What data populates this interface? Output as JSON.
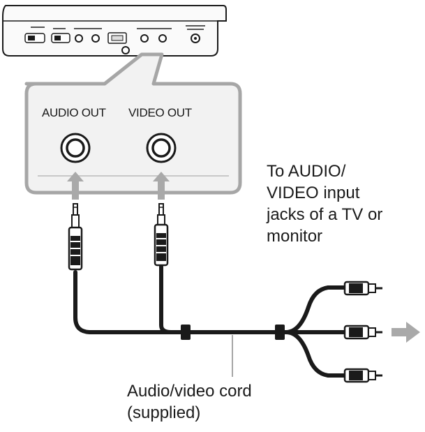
{
  "callout": {
    "audio_out_label": "AUDIO OUT",
    "video_out_label": "VIDEO OUT"
  },
  "destination_note": {
    "line1": "To AUDIO/",
    "line2": "VIDEO input",
    "line3": "jacks of a TV or",
    "line4": "monitor"
  },
  "cable_caption": {
    "line1": "Audio/video cord",
    "line2": "(supplied)"
  },
  "colors": {
    "line": "#1a1a1a",
    "panel_fill": "#f2f2f2",
    "callout_border": "#a6a6a6",
    "arrow": "#a9a9a9"
  },
  "icons": {
    "player": "portable-dvd-player-icon",
    "jack": "round-jack-icon",
    "plug": "mini-plug-icon",
    "rca": "rca-plug-icon",
    "arrow": "arrow-icon"
  }
}
